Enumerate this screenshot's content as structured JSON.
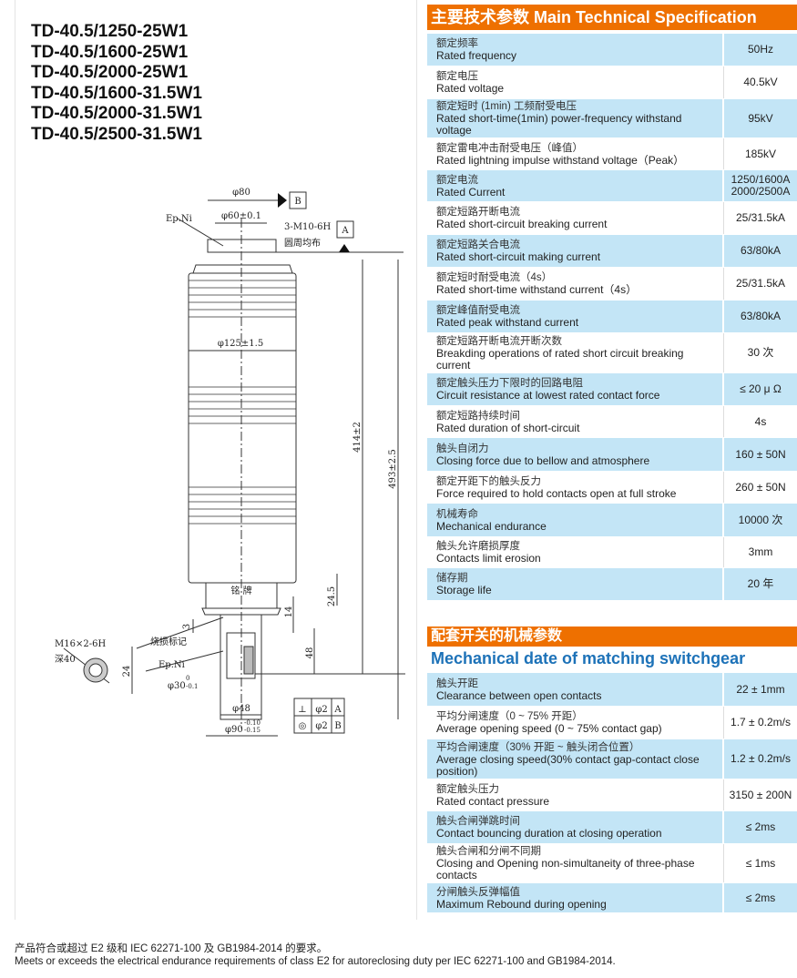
{
  "models": [
    "TD-40.5/1250-25W1",
    "TD-40.5/1600-25W1",
    "TD-40.5/2000-25W1",
    "TD-40.5/1600-31.5W1",
    "TD-40.5/2000-31.5W1",
    "TD-40.5/2500-31.5W1"
  ],
  "drawing": {
    "d80": "φ80",
    "d60": "φ60±0.1",
    "epni_top": "Ep.Ni",
    "thread": "3-M10-6H",
    "thread_note": "圆周均布",
    "datum_a": "A",
    "datum_b": "B",
    "d125": "φ125±1.5",
    "h414": "414±2",
    "h493": "493±2.5",
    "nameplate": "铭 牌",
    "h245": "24.5",
    "h14": "14",
    "h3": "3",
    "erosion_mark": "烧损标记",
    "epni_bottom": "Ep.Ni",
    "h48": "48",
    "d30": "φ30",
    "d30_tol_up": "0",
    "d30_tol_lo": "-0.1",
    "d48": "φ48",
    "d90": "φ90",
    "d90_tol_up": "-0.10",
    "d90_tol_lo": "-0.15",
    "m16": "M16×2-6H",
    "depth": "深40",
    "w24": "24",
    "tol": [
      {
        "sym": "⊥",
        "val": "φ2",
        "ref": "A"
      },
      {
        "sym": "◎",
        "val": "φ2",
        "ref": "B"
      }
    ]
  },
  "spec": {
    "title": "主要技术参数 Main Technical Specification",
    "rows": [
      {
        "zh": "额定频率",
        "en": "Rated frequency",
        "value": "50Hz"
      },
      {
        "zh": "额定电压",
        "en": "Rated voltage",
        "value": "40.5kV"
      },
      {
        "zh": "额定短时 (1min) 工频耐受电压",
        "en": "Rated short-time(1min) power-frequency withstand voltage",
        "value": "95kV"
      },
      {
        "zh": "额定雷电冲击耐受电压（峰值）",
        "en": "Rated lightning impulse withstand voltage（Peak）",
        "value": "185kV"
      },
      {
        "zh": "额定电流",
        "en": "Rated Current",
        "value": "1250/1600A\n2000/2500A"
      },
      {
        "zh": "额定短路开断电流",
        "en": "Rated short-circuit breaking current",
        "value": "25/31.5kA"
      },
      {
        "zh": "额定短路关合电流",
        "en": "Rated short-circuit making current",
        "value": "63/80kA"
      },
      {
        "zh": "额定短时耐受电流（4s）",
        "en": "Rated short-time withstand current（4s）",
        "value": "25/31.5kA"
      },
      {
        "zh": "额定峰值耐受电流",
        "en": "Rated peak withstand current",
        "value": "63/80kA"
      },
      {
        "zh": "额定短路开断电流开断次数",
        "en": "Breakding operations of rated short circuit breaking current",
        "value": "30 次"
      },
      {
        "zh": "额定触头压力下限时的回路电阻",
        "en": "Circuit resistance at lowest rated contact force",
        "value": "≤ 20 μ Ω"
      },
      {
        "zh": "额定短路持续时间",
        "en": "Rated duration of short-circuit",
        "value": "4s"
      },
      {
        "zh": "触头自闭力",
        "en": "Closing force due to bellow and atmosphere",
        "value": "160 ± 50N"
      },
      {
        "zh": "额定开距下的触头反力",
        "en": "Force required to hold contacts open at full stroke",
        "value": "260 ± 50N"
      },
      {
        "zh": "机械寿命",
        "en": "Mechanical endurance",
        "value": "10000 次"
      },
      {
        "zh": "触头允许磨损厚度",
        "en": "Contacts limit erosion",
        "value": "3mm"
      },
      {
        "zh": "储存期",
        "en": "Storage life",
        "value": "20 年"
      }
    ]
  },
  "mech": {
    "title_zh": "配套开关的机械参数",
    "title_en": "Mechanical date of matching switchgear",
    "rows": [
      {
        "zh": "触头开距",
        "en": "Clearance between open contacts",
        "value": "22 ± 1mm"
      },
      {
        "zh": "平均分闸速度（0 ~ 75% 开距）",
        "en": "Average opening speed (0 ~ 75% contact gap)",
        "value": "1.7 ± 0.2m/s"
      },
      {
        "zh": "平均合闸速度（30% 开距 ~ 触头闭合位置）",
        "en": "Average closing speed(30% contact gap-contact close position)",
        "value": "1.2 ± 0.2m/s"
      },
      {
        "zh": "额定触头压力",
        "en": "Rated contact pressure",
        "value": "3150 ± 200N"
      },
      {
        "zh": "触头合闸弹跳时间",
        "en": "Contact bouncing duration at closing operation",
        "value": "≤ 2ms"
      },
      {
        "zh": "触头合闸和分闸不同期",
        "en": "Closing and Opening non-simultaneity of three-phase contacts",
        "value": "≤ 1ms"
      },
      {
        "zh": "分闸触头反弹幅值",
        "en": "Maximum Rebound during opening",
        "value": "≤ 2ms"
      }
    ]
  },
  "footer": {
    "zh": "产品符合或超过 E2 级和 IEC 62271-100 及 GB1984-2014 的要求。",
    "en": "Meets or exceeds the electrical endurance requirements of class E2 for autoreclosing duty per IEC 62271-100 and GB1984-2014."
  }
}
